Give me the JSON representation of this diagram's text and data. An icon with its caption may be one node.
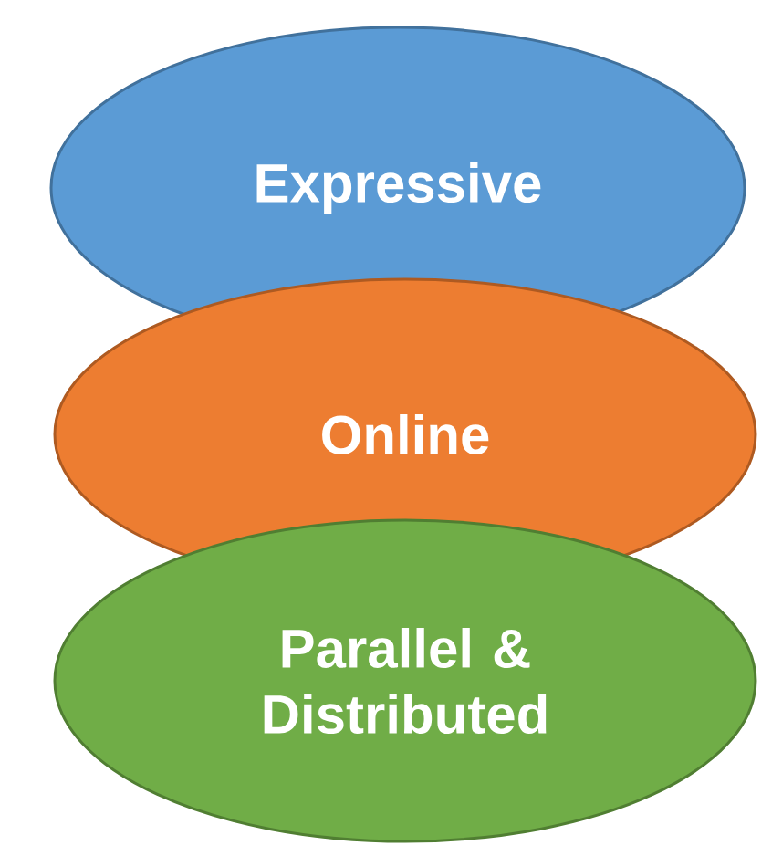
{
  "diagram": {
    "nodes": [
      {
        "text": [
          "Expressive"
        ]
      },
      {
        "text": [
          "Online"
        ]
      },
      {
        "text": [
          "Parallel & Distributed"
        ]
      }
    ]
  }
}
